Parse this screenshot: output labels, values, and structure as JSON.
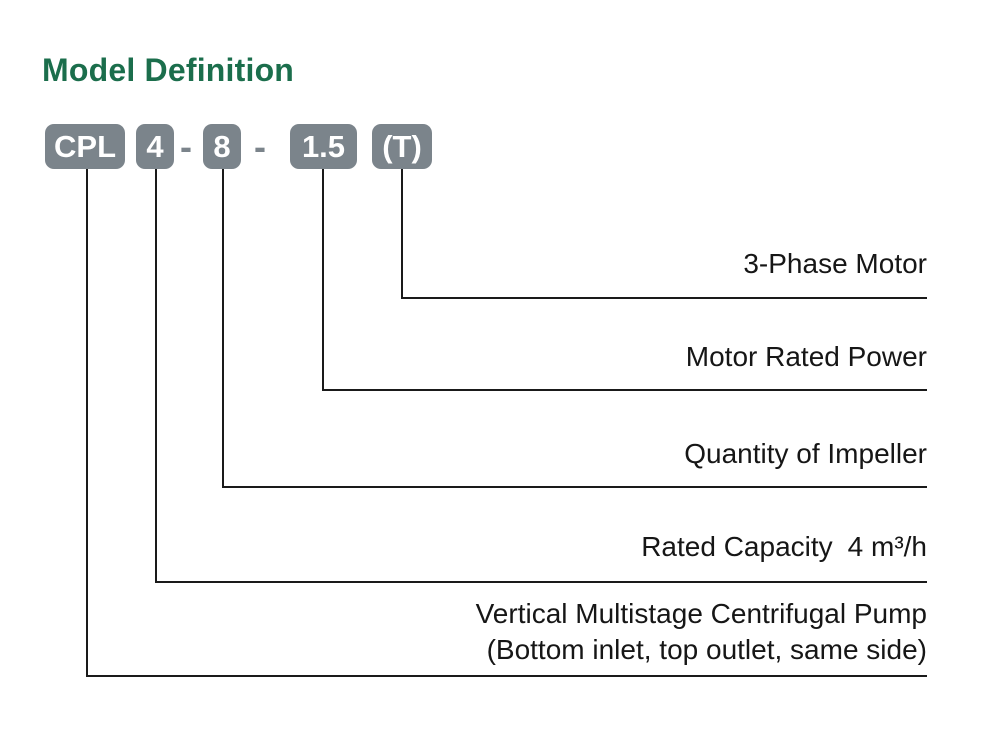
{
  "title": "Model Definition",
  "model": {
    "separator": "-",
    "segments": [
      {
        "id": "series",
        "text": "CPL"
      },
      {
        "id": "capacity",
        "text": "4"
      },
      {
        "id": "impellers",
        "text": "8"
      },
      {
        "id": "power",
        "text": "1.5"
      },
      {
        "id": "phase",
        "text": "(T)"
      }
    ]
  },
  "callouts": [
    {
      "code": "(T)",
      "label": "3-Phase Motor"
    },
    {
      "code": "1.5",
      "label": "Motor Rated Power"
    },
    {
      "code": "8",
      "label": "Quantity of Impeller"
    },
    {
      "code": "4",
      "label": "Rated Capacity",
      "value": "4 m³/h"
    },
    {
      "code": "CPL",
      "label": "Vertical Multistage Centrifugal Pump",
      "sublabel": "(Bottom inlet, top outlet, same side)"
    }
  ],
  "colors": {
    "title-color": "#1b6e4c",
    "badge-bg": "#7b848b",
    "badge-text": "#ffffff",
    "line-color": "#1a1a1a",
    "label-color": "#161616",
    "page-bg": "#ffffff"
  }
}
